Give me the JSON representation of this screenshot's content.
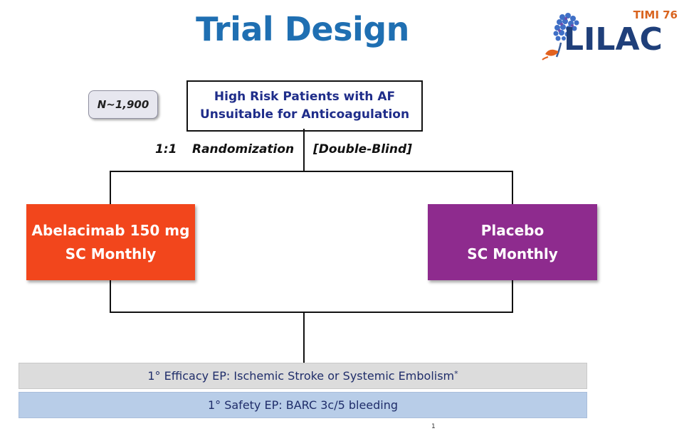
{
  "title": "Trial Design",
  "logo": {
    "trial_label": "TIMI 76",
    "wordmark": "LILAC"
  },
  "sample_size": "N~1,900",
  "population": {
    "line1": "High Risk Patients with AF",
    "line2": "Unsuitable for Anticoagulation"
  },
  "randomization": {
    "ratio": "1:1",
    "label": "Randomization",
    "blinding": "[Double-Blind]"
  },
  "arms": [
    {
      "line1": "Abelacimab 150 mg",
      "line2": "SC Monthly",
      "color": "#f2461c"
    },
    {
      "line1": "Placebo",
      "line2": "SC Monthly",
      "color": "#8e2b8e"
    }
  ],
  "endpoints": {
    "efficacy": "1° Efficacy EP:  Ischemic Stroke or Systemic Embolism",
    "efficacy_mark": "*",
    "safety": "1° Safety EP:  BARC 3c/5 bleeding"
  },
  "page_number": "1",
  "colors": {
    "title": "#1f6fb2",
    "box_text": "#1f2d8a",
    "efficacy_bg": "#dcdcdc",
    "safety_bg": "#b8cde8"
  }
}
